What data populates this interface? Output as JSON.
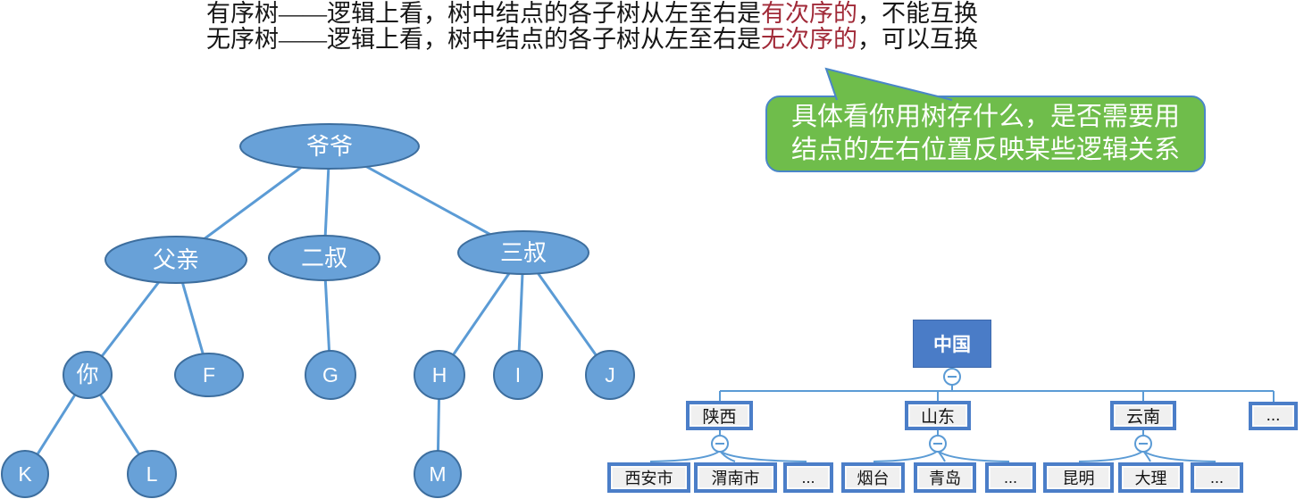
{
  "header": {
    "highlight_color": "#A12A38",
    "lines": [
      {
        "prefix": "有序树——逻辑上看，树中结点的各子树从左至右是",
        "highlight": "有次序的",
        "suffix": "，不能互换"
      },
      {
        "prefix": "无序树——逻辑上看，树中结点的各子树从左至右是",
        "highlight": "无次序的",
        "suffix": "，可以互换"
      }
    ]
  },
  "callout": {
    "line1": "具体看你用树存什么，是否需要用",
    "line2": "结点的左右位置反映某些逻辑关系",
    "fill_color": "#6FBD4B",
    "border_color": "#4A86C8",
    "text_color": "#FFFFFF"
  },
  "family_tree": {
    "node_fill": "#68A1D8",
    "node_stroke": "#3D6E9E",
    "edge_color": "#5B9BD5",
    "nodes": [
      {
        "id": "grandfather",
        "label": "爷爷"
      },
      {
        "id": "father",
        "label": "父亲"
      },
      {
        "id": "second-uncle",
        "label": "二叔"
      },
      {
        "id": "third-uncle",
        "label": "三叔"
      },
      {
        "id": "you",
        "label": "你"
      },
      {
        "id": "f",
        "label": "F"
      },
      {
        "id": "g",
        "label": "G"
      },
      {
        "id": "h",
        "label": "H"
      },
      {
        "id": "i",
        "label": "I"
      },
      {
        "id": "j",
        "label": "J"
      },
      {
        "id": "k",
        "label": "K"
      },
      {
        "id": "l",
        "label": "L"
      },
      {
        "id": "m",
        "label": "M"
      }
    ]
  },
  "org_chart": {
    "root_label": "中国",
    "provinces": [
      "陕西",
      "山东",
      "云南",
      "..."
    ],
    "cities": [
      "西安市",
      "渭南市",
      "...",
      "烟台",
      "青岛",
      "...",
      "昆明",
      "大理",
      "..."
    ],
    "collapse_icon": "minus",
    "connector_color": "#5B9BD5",
    "box_border_color": "#4B7EC8",
    "root_fill_color": "#4A7CC7",
    "box_fill_color": "#F0F0F0"
  }
}
